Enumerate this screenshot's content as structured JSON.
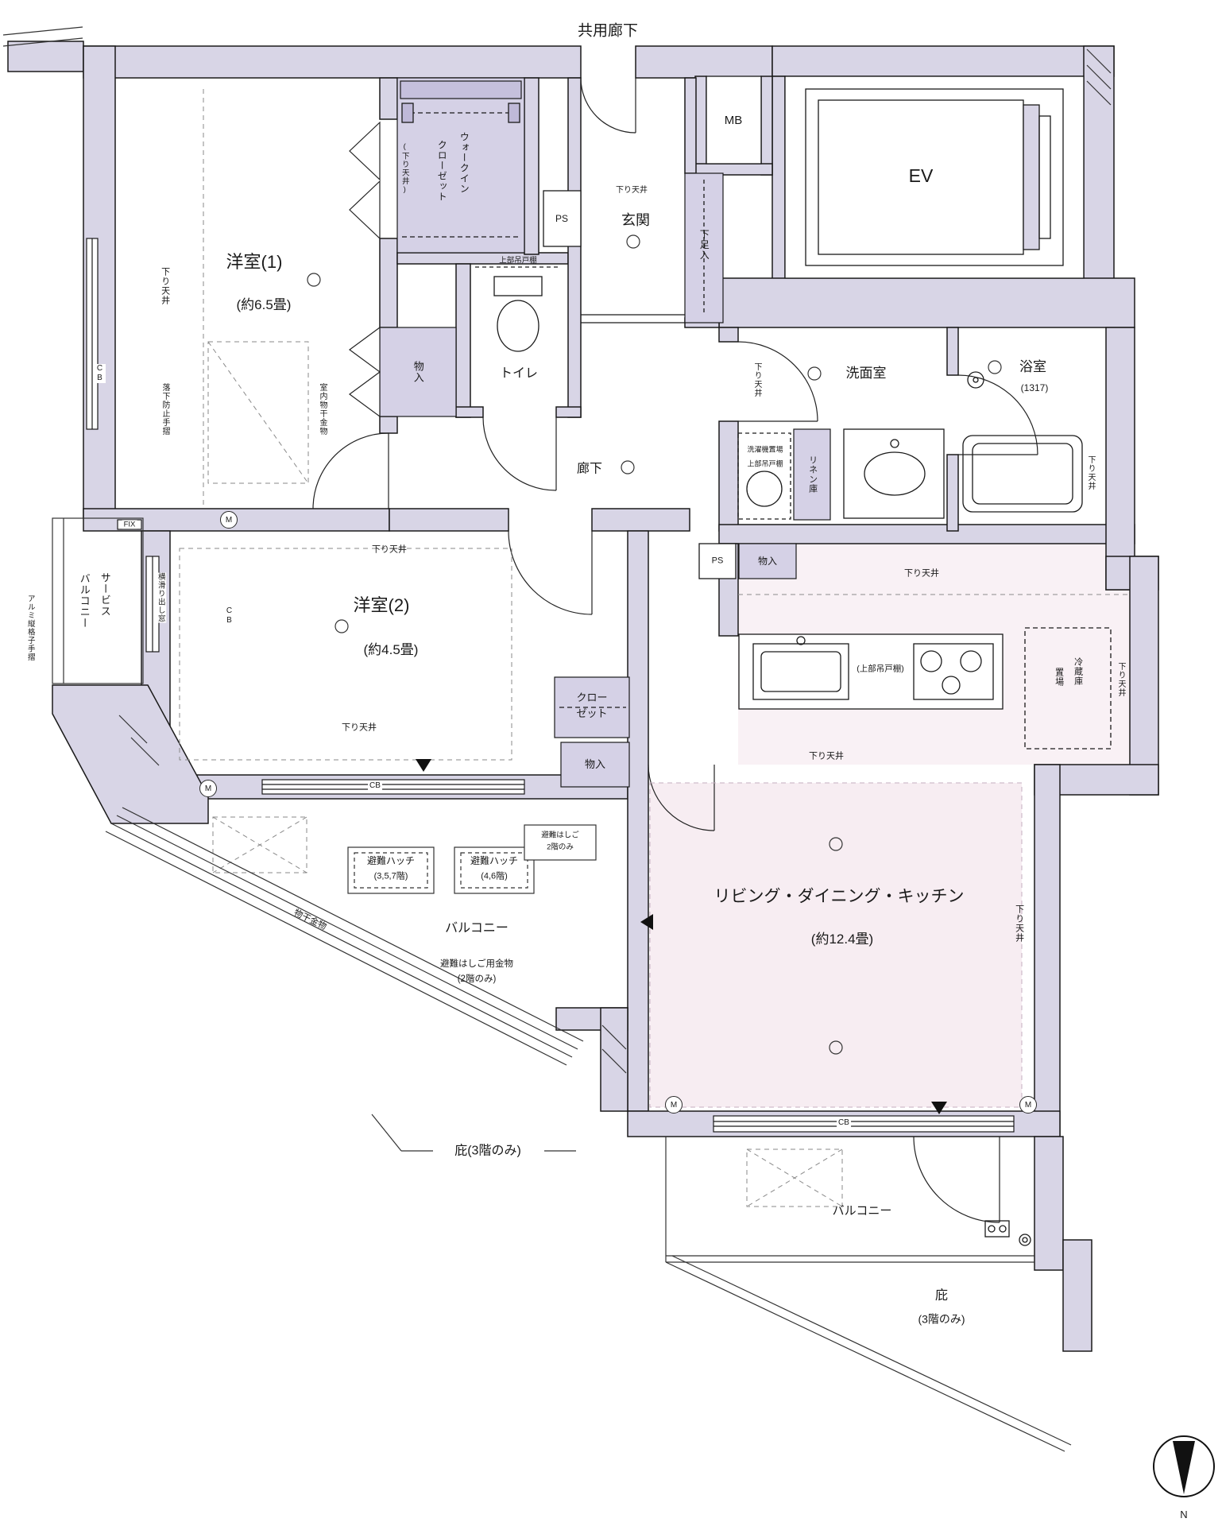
{
  "plan": {
    "common": {
      "corridor": "共用廊下",
      "mb": "MB",
      "ev": "EV"
    },
    "rooms": {
      "western1": {
        "name": "洋室(1)",
        "size": "(約6.5畳)"
      },
      "western2": {
        "name": "洋室(2)",
        "size": "(約4.5畳)"
      },
      "ldk": {
        "name": "リビング・ダイニング・キッチン",
        "size": "(約12.4畳)"
      },
      "entrance": {
        "name": "玄関"
      },
      "hallway": {
        "name": "廊下"
      },
      "toilet": {
        "name": "トイレ"
      },
      "washroom": {
        "name": "洗面室"
      },
      "bathroom": {
        "name": "浴室",
        "size": "(1317)"
      },
      "service_balcony": {
        "line1": "サービス",
        "line2": "バルコニー"
      },
      "balcony_sw": {
        "name": "バルコニー"
      },
      "balcony_se": {
        "name": "バルコニー"
      }
    },
    "storage": {
      "wic": {
        "line1": "ウォークイン",
        "line2": "クローゼット"
      },
      "mono_ire": "物入",
      "closet": {
        "line1": "クロー",
        "line2": "ゼット"
      },
      "shoe": "下足入",
      "linen": "リネン庫",
      "fridge": {
        "line1": "冷蔵庫",
        "line2": "置場"
      }
    },
    "ann": {
      "oriten": "下り天井",
      "oriten_paren": "(下り天井)",
      "ps": "PS",
      "cb": "CB",
      "fix": "FIX",
      "rakka": "落下防止手摺",
      "monohoshi_indoor": "室内物干金物",
      "monohoshi": "物干金物",
      "alumi": "アルミ縦格子手摺",
      "yokosuberi": "横滑り出し窓",
      "upper_cabinet": "上部吊戸棚",
      "upper_cabinet_paren": "(上部吊戸棚)",
      "washer": "洗濯機置場",
      "hatch": "避難ハッチ",
      "hatch_floors1": "(3,5,7階)",
      "hatch_floors2": "(4,6階)",
      "ladder_l1": "避難はしご",
      "ladder_l2": "2階のみ",
      "ladder_hw_l1": "避難はしご用金物",
      "ladder_hw_l2": "(2階のみ)",
      "hisashi_sw": "庇(3階のみ)",
      "hisashi_se_l1": "庇",
      "hisashi_se_l2": "(3階のみ)",
      "m_marker": "M",
      "north": "N"
    }
  }
}
